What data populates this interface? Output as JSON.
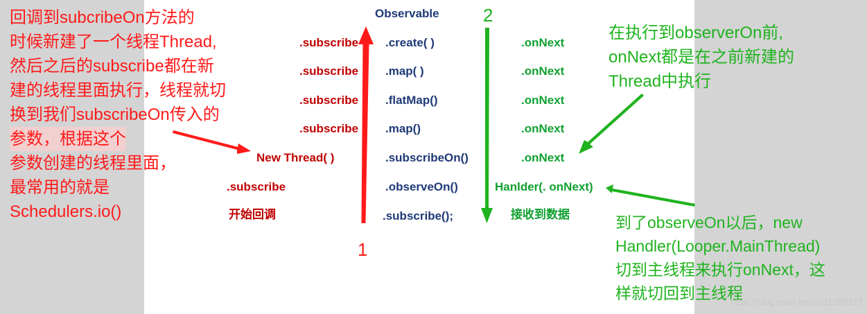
{
  "center_column": {
    "title": "Observable",
    "ops": [
      ".create( )",
      ".map( )",
      ".flatMap()",
      ".map()",
      ".subscribeOn()",
      ".observeOn()",
      ".subscribe();"
    ]
  },
  "left_column": {
    "subscribes": [
      ".subscribe",
      ".subscribe",
      ".subscribe",
      ".subscribe"
    ],
    "new_thread": "New Thread(    )",
    "subscribe_outer": ".subscribe",
    "start_callback": "开始回调"
  },
  "right_column": {
    "onnexts": [
      ".onNext",
      ".onNext",
      ".onNext",
      ".onNext",
      ".onNext"
    ],
    "handler": "Hanlder(. onNext)",
    "receive": "接收到数据"
  },
  "labels": {
    "up_arrow": "1",
    "down_arrow": "2"
  },
  "annotations": {
    "left": [
      "回调到subcribeOn方法的",
      "时候新建了一个线程Thread,",
      "然后之后的subscribe都在新",
      "建的线程里面执行，线程就切",
      "换到我们subscribeOn传入的",
      "参数，根据这个",
      "参数创建的线程里面，",
      "最常用的就是",
      "Schedulers.io()"
    ],
    "right_top": [
      "在执行到observerOn前,",
      "onNext都是在之前新建的",
      "Thread中执行"
    ],
    "right_bottom": [
      "到了observeOn以后，new",
      "Handler(Looper.MainThread)",
      "切到主线程来执行onNext，这",
      "样就切回到主线程"
    ]
  },
  "watermark": "https://blog.csdn.net/u011288271",
  "colors": {
    "code_dark": "#1f3a78",
    "code_red": "#c00000",
    "code_green": "#10a030",
    "annotation_red": "#ff1a1a",
    "annotation_green": "#1fb31f",
    "page_bg": "#d4d4d4"
  }
}
